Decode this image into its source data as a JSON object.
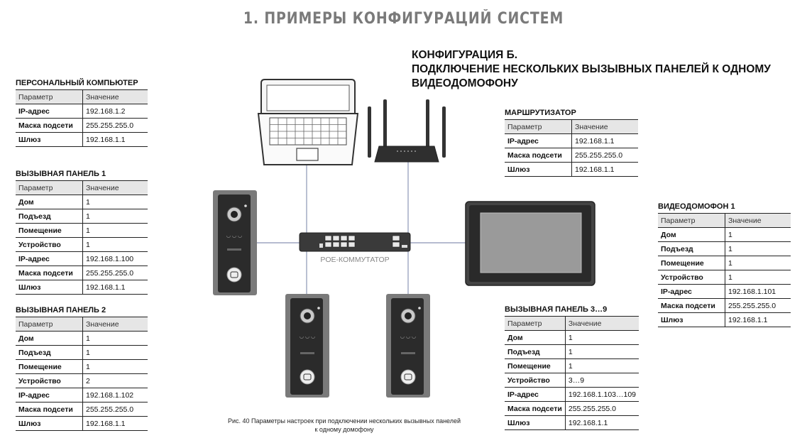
{
  "section_title": "1. ПРИМЕРЫ КОНФИГУРАЦИЙ СИСТЕМ",
  "config_title": [
    "КОНФИГУРАЦИЯ Б.",
    "ПОДКЛЮЧЕНИЕ НЕСКОЛЬКИХ ВЫЗЫВНЫХ ПАНЕЛЕЙ К ОДНОМУ",
    "ВИДЕОДОМОФОНУ"
  ],
  "switch_label": "POE-КОММУТАТОР",
  "caption": [
    "Рис. 40  Параметры настроек при подключении нескольких вызывных панелей",
    "к одному домофону"
  ],
  "tables": {
    "pc": {
      "title": "ПЕРСОНАЛЬНЫЙ КОМПЬЮТЕР",
      "header": [
        "Параметр",
        "Значение"
      ],
      "rows": [
        [
          "IP-адрес",
          "192.168.1.2"
        ],
        [
          "Маска подсети",
          "255.255.255.0"
        ],
        [
          "Шлюз",
          "192.168.1.1"
        ]
      ]
    },
    "panel1": {
      "title": "ВЫЗЫВНАЯ ПАНЕЛЬ 1",
      "header": [
        "Параметр",
        "Значение"
      ],
      "rows": [
        [
          "Дом",
          "1"
        ],
        [
          "Подъезд",
          "1"
        ],
        [
          "Помещение",
          "1"
        ],
        [
          "Устройство",
          "1"
        ],
        [
          "IP-адрес",
          "192.168.1.100"
        ],
        [
          "Маска подсети",
          "255.255.255.0"
        ],
        [
          "Шлюз",
          "192.168.1.1"
        ]
      ]
    },
    "panel2": {
      "title": "ВЫЗЫВНАЯ ПАНЕЛЬ 2",
      "header": [
        "Параметр",
        "Значение"
      ],
      "rows": [
        [
          "Дом",
          "1"
        ],
        [
          "Подъезд",
          "1"
        ],
        [
          "Помещение",
          "1"
        ],
        [
          "Устройство",
          "2"
        ],
        [
          "IP-адрес",
          "192.168.1.102"
        ],
        [
          "Маска подсети",
          "255.255.255.0"
        ],
        [
          "Шлюз",
          "192.168.1.1"
        ]
      ]
    },
    "router": {
      "title": "МАРШРУТИЗАТОР",
      "header": [
        "Параметр",
        "Значение"
      ],
      "rows": [
        [
          "IP-адрес",
          "192.168.1.1"
        ],
        [
          "Маска подсети",
          "255.255.255.0"
        ],
        [
          "Шлюз",
          "192.168.1.1"
        ]
      ]
    },
    "monitor": {
      "title": "ВИДЕОДОМОФОН 1",
      "header": [
        "Параметр",
        "Значение"
      ],
      "rows": [
        [
          "Дом",
          "1"
        ],
        [
          "Подъезд",
          "1"
        ],
        [
          "Помещение",
          "1"
        ],
        [
          "Устройство",
          "1"
        ],
        [
          "IP-адрес",
          "192.168.1.101"
        ],
        [
          "Маска подсети",
          "255.255.255.0"
        ],
        [
          "Шлюз",
          "192.168.1.1"
        ]
      ]
    },
    "panel39": {
      "title": "ВЫЗЫВНАЯ ПАНЕЛЬ 3…9",
      "header": [
        "Параметр",
        "Значение"
      ],
      "rows": [
        [
          "Дом",
          "1"
        ],
        [
          "Подъезд",
          "1"
        ],
        [
          "Помещение",
          "1"
        ],
        [
          "Устройство",
          "3…9"
        ],
        [
          "IP-адрес",
          "192.168.1.103…109"
        ],
        [
          "Маска подсети",
          "255.255.255.0"
        ],
        [
          "Шлюз",
          "192.168.1.1"
        ]
      ]
    }
  }
}
